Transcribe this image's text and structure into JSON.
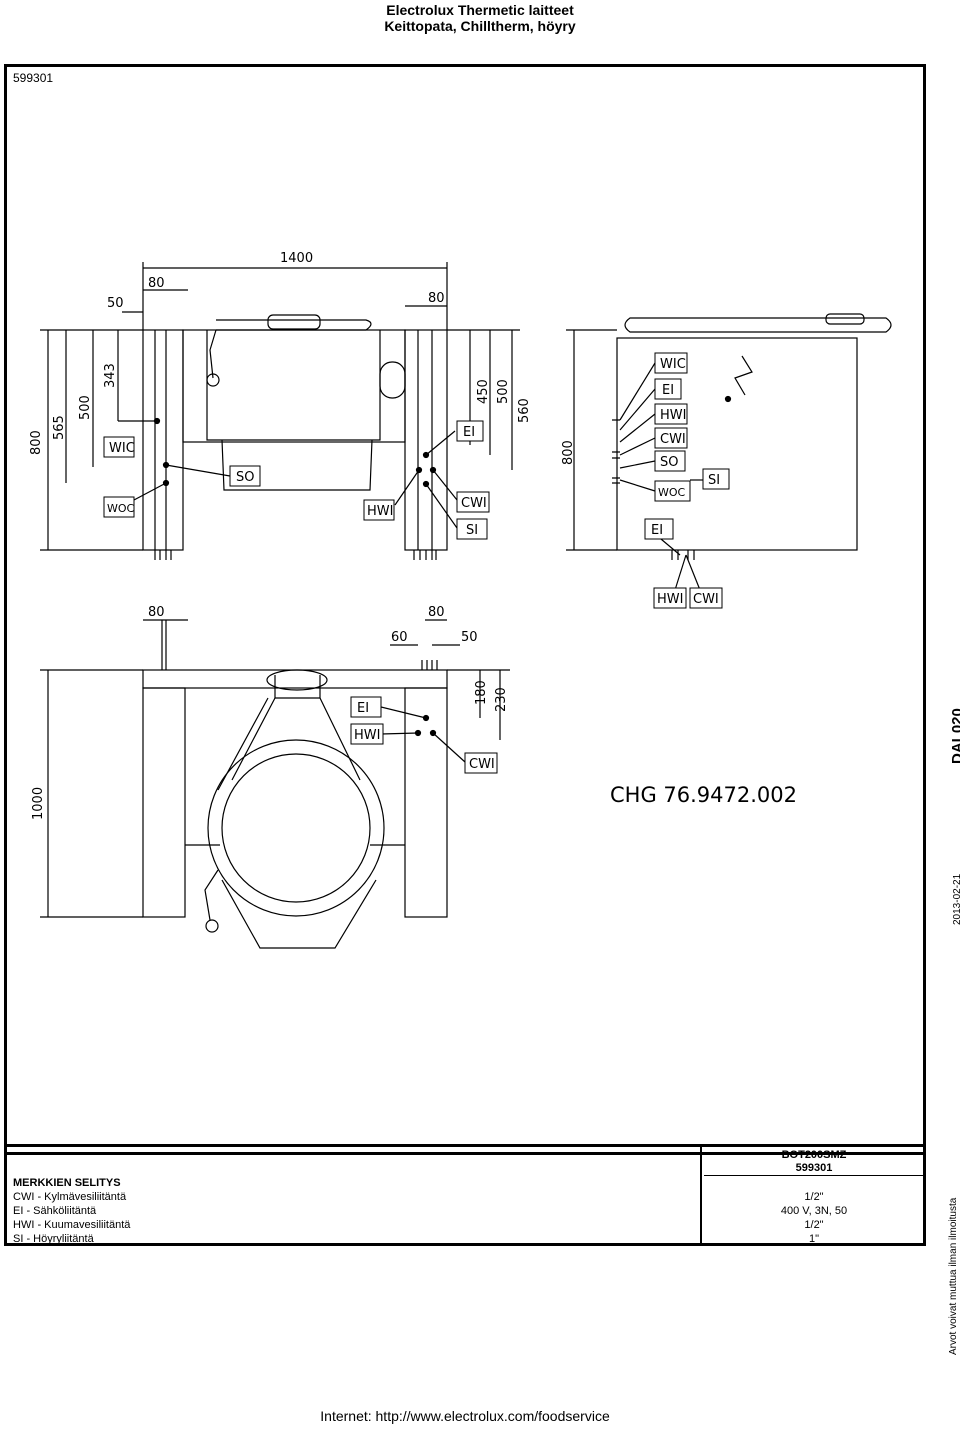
{
  "header": {
    "brand_line": "Electrolux Thermetic laitteet",
    "product_line": "Keittopata, Chilltherm, höyry"
  },
  "drawing": {
    "code": "599301",
    "drawing_number": "CHG 76.9472.002",
    "side_code": "DAL020",
    "date": "2013-02-21",
    "dimensions": {
      "width_total": "1400",
      "d80a": "80",
      "d50a": "50",
      "d80b": "80",
      "h800": "800",
      "h565": "565",
      "h500a": "500",
      "h343": "343",
      "h450": "450",
      "h500b": "500",
      "h560": "560",
      "h800b": "800",
      "p80a": "80",
      "p80b": "80",
      "p60": "60",
      "p50": "50",
      "p1000": "1000",
      "p180": "180",
      "p230": "230"
    },
    "labels": {
      "wic": "WIC",
      "woc": "WOC",
      "so": "SO",
      "hwi": "HWI",
      "ei": "EI",
      "cwi": "CWI",
      "si": "SI"
    }
  },
  "legend": {
    "title": "MERKKIEN SELITYS",
    "model": "BOT200SMZ",
    "model_code": "599301",
    "items": [
      {
        "label": "CWI - Kylmävesiliitäntä",
        "value": "1/2\""
      },
      {
        "label": "EI - Sähköliitäntä",
        "value": "400 V, 3N, 50"
      },
      {
        "label": "HWI - Kuumavesiliitäntä",
        "value": "1/2\""
      },
      {
        "label": "SI - Höyryliitäntä",
        "value": "1\""
      }
    ]
  },
  "side_note": "Arvot voivat muttua ilman ilmoitusta",
  "footer": "Internet: http://www.electrolux.com/foodservice"
}
